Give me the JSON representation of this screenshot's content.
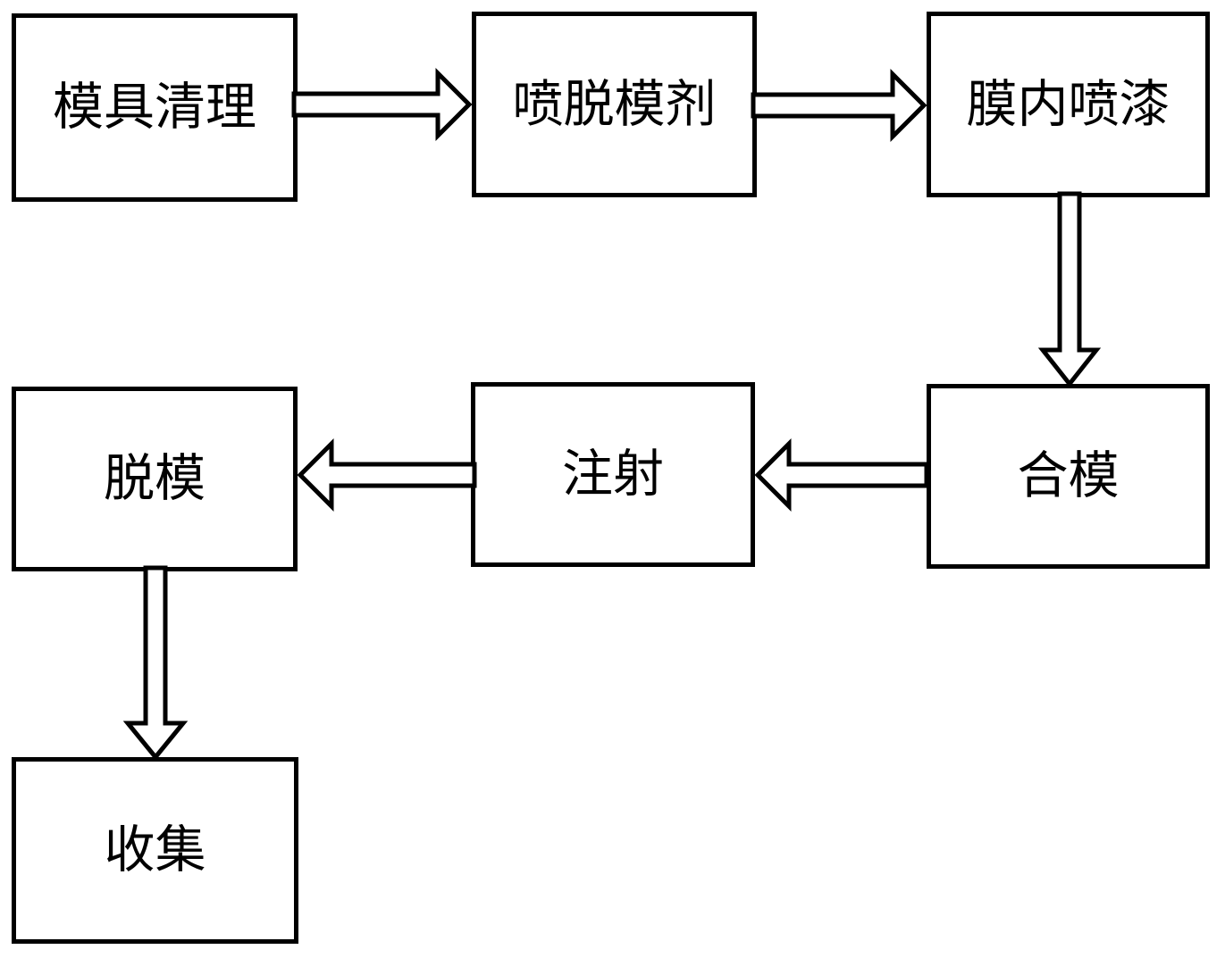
{
  "page": {
    "background_color": "#ffffff",
    "line_color": "#000000",
    "box_fill_color": "#ffffff"
  },
  "diagram": {
    "type": "flowchart",
    "nodes": [
      {
        "id": "mold-cleaning",
        "label": "模具清理"
      },
      {
        "id": "spray-release-agent",
        "label": "喷脱模剂"
      },
      {
        "id": "in-mold-painting",
        "label": "膜内喷漆"
      },
      {
        "id": "mold-closing",
        "label": "合模"
      },
      {
        "id": "injection",
        "label": "注射"
      },
      {
        "id": "demolding",
        "label": "脱模"
      },
      {
        "id": "collection",
        "label": "收集"
      }
    ],
    "edges": [
      {
        "from": "模具清理",
        "to": "喷脱模剂",
        "direction": "right"
      },
      {
        "from": "喷脱模剂",
        "to": "膜内喷漆",
        "direction": "right"
      },
      {
        "from": "膜内喷漆",
        "to": "合模",
        "direction": "down"
      },
      {
        "from": "合模",
        "to": "注射",
        "direction": "left"
      },
      {
        "from": "注射",
        "to": "脱模",
        "direction": "left"
      },
      {
        "from": "脱模",
        "to": "收集",
        "direction": "down"
      }
    ]
  }
}
